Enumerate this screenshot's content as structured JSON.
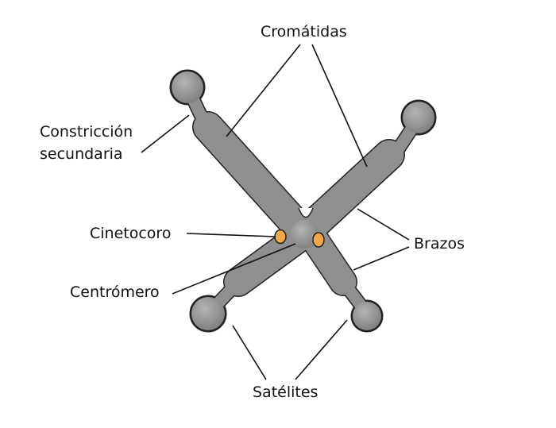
{
  "title": "Cromosoma",
  "labels": {
    "cromatidas": "Cromátidas",
    "constriccion_line1": "Constricción",
    "constriccion_line2": "secundaria",
    "cinetocoro": "Cinetocoro",
    "centromero": "Centrómero",
    "brazos": "Brazos",
    "satelites": "Satélites"
  },
  "colors": {
    "chromosome": "#8f8f8f",
    "kinetochore": "#f0a848",
    "outline": "#222222"
  }
}
